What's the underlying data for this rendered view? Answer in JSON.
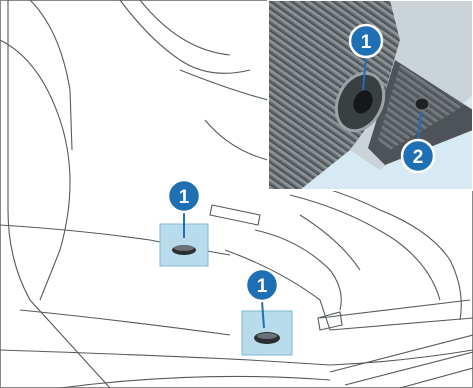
{
  "diagram": {
    "callouts": [
      {
        "id": "inset-anchor",
        "label": "1"
      },
      {
        "id": "inset-cover",
        "label": "2"
      },
      {
        "id": "rear-anchor",
        "label": "1"
      },
      {
        "id": "front-anchor",
        "label": "1"
      }
    ],
    "colors": {
      "callout_fill": "#1f6fb4",
      "callout_ring": "#ffffff",
      "highlight_fill": "#b9dced",
      "inset_bg": "#d7eaf4",
      "carpet": "#6d7478",
      "line": "#555a5e"
    }
  }
}
